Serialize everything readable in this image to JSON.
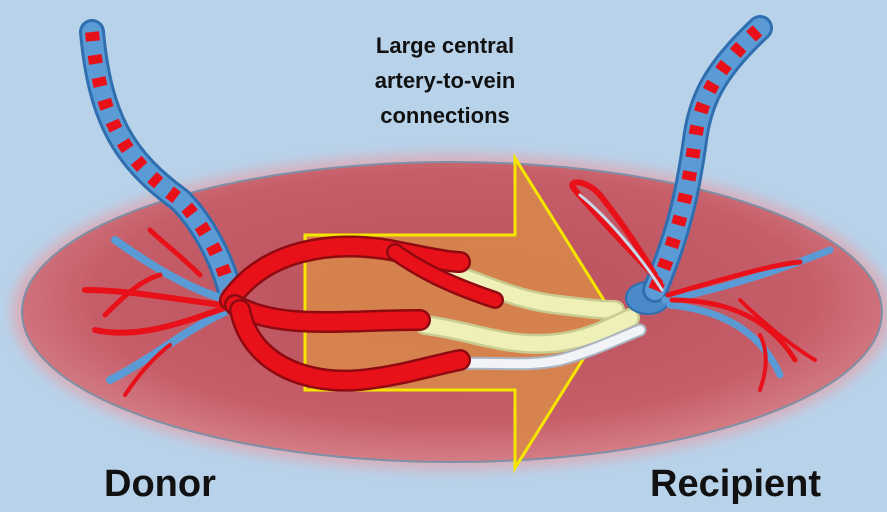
{
  "annotation": {
    "lines": [
      "Large central",
      "artery-to-vein",
      "connections"
    ]
  },
  "labels": {
    "donor": "Donor",
    "recipient": "Recipient"
  },
  "colors": {
    "background": "#b8d2ea",
    "placenta": "#c9636d",
    "artery": "#e8111a",
    "vein": "#5a9bd5",
    "anastomosis": "#eef0b8",
    "arrow_fill": "#d98a4a",
    "arrow_outline": "#f5e600"
  }
}
